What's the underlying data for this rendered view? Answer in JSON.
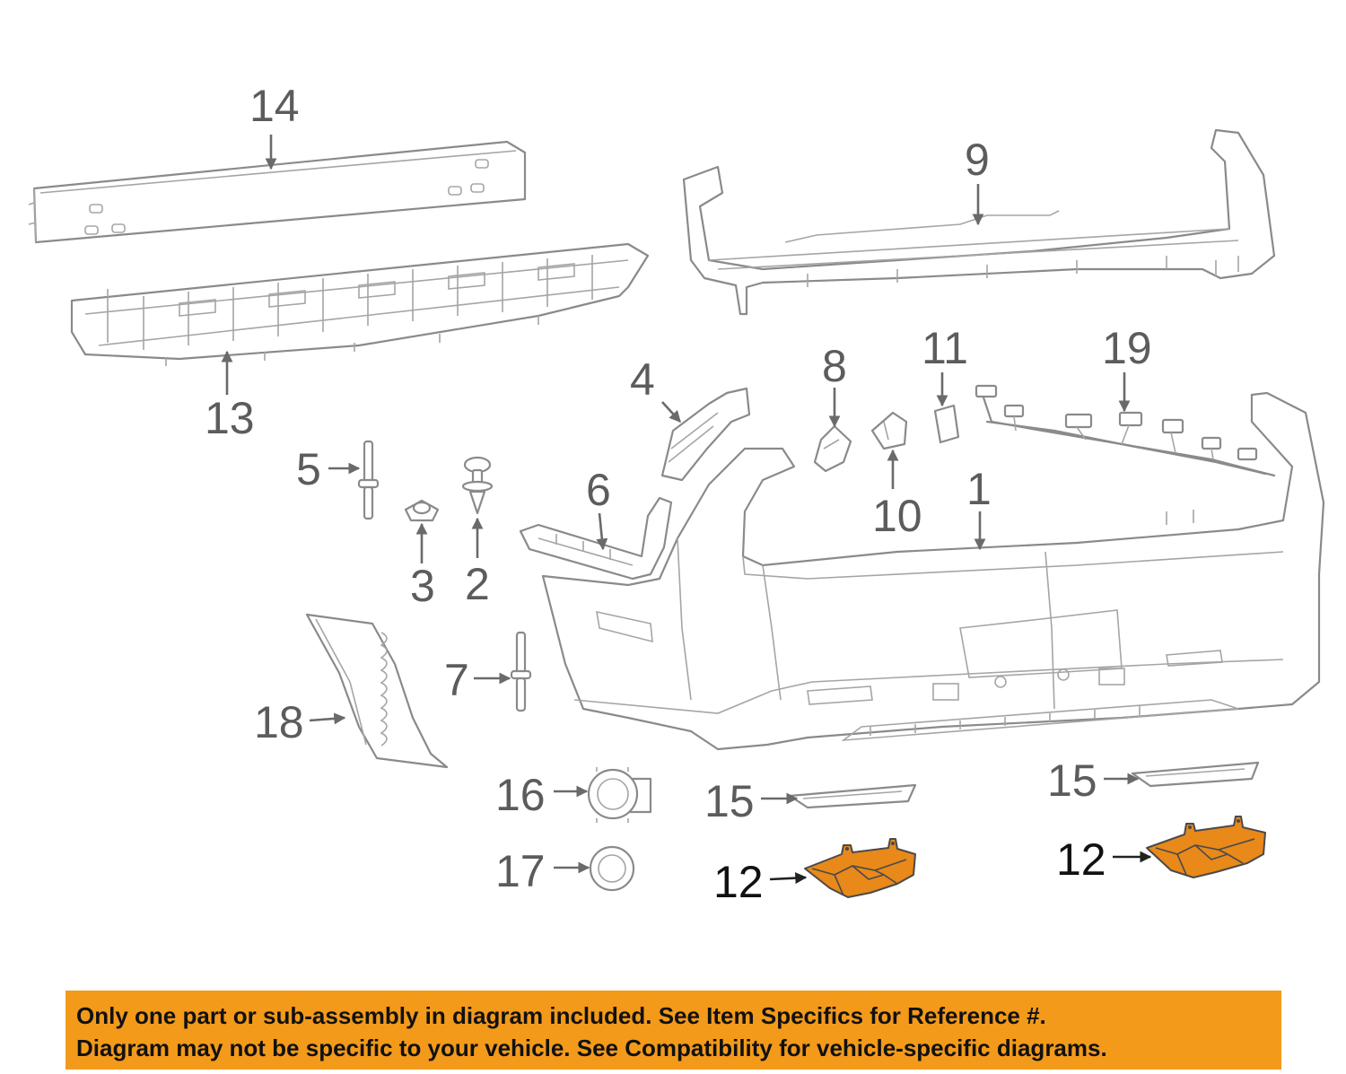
{
  "callouts": {
    "c1": "1",
    "c2": "2",
    "c3": "3",
    "c4": "4",
    "c5": "5",
    "c6": "6",
    "c7": "7",
    "c8": "8",
    "c9": "9",
    "c10": "10",
    "c11": "11",
    "c12a": "12",
    "c12b": "12",
    "c13": "13",
    "c14": "14",
    "c15a": "15",
    "c15b": "15",
    "c16": "16",
    "c17": "17",
    "c18": "18",
    "c19": "19"
  },
  "colors": {
    "highlight_part": "#e8891a",
    "notice_background": "#f39a1b",
    "line_art": "#8a8a8a"
  },
  "notice": {
    "line1": "Only one part or sub-assembly in diagram included. See Item Specifics for Reference #.",
    "line2": "Diagram may not be specific to your vehicle. See Compatibility for vehicle-specific diagrams."
  }
}
